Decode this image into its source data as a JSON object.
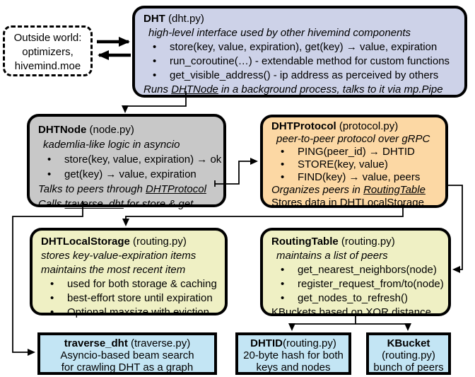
{
  "colors": {
    "dht_fill": "#cdd2e8",
    "dhtnode_fill": "#c8c8c8",
    "dhtprotocol_fill": "#fcd8a4",
    "storage_routing_fill": "#eff0c4",
    "bottom_boxes_fill": "#c3e5f4",
    "border": "#000000"
  },
  "outside": {
    "lines": [
      "Outside world:",
      "optimizers,",
      "hivemind.moe"
    ]
  },
  "dht": {
    "title": "DHT",
    "file": " (dht.py)",
    "subtitle": "high-level interface used by other hivemind components",
    "bullets": [
      "store(key, value, expiration), get(key) → value, expiration",
      "run_coroutine(…) - extendable method for custom functions",
      "get_visible_address() - ip address as perceived by others"
    ],
    "footer": {
      "prefix": "Runs ",
      "link": "DHTNode",
      "suffix": " in a background process, talks to it via mp.Pipe"
    }
  },
  "dhtnode": {
    "title": "DHTNode",
    "file": " (node.py)",
    "subtitle": "kademlia-like logic in asyncio",
    "bullets": [
      "store(key, value, expiration) → ok",
      "get(key) → value, expiration"
    ],
    "talks": {
      "prefix": "Talks to peers through ",
      "link": "DHTProtocol"
    },
    "calls": {
      "prefix": "Calls ",
      "link": "traverse_dht",
      "suffix": " for store & get"
    }
  },
  "dhtprotocol": {
    "title": "DHTProtocol",
    "file": " (protocol.py)",
    "subtitle": "peer-to-peer protocol over gRPC",
    "bullets": [
      "PING(peer_id) → DHTID",
      "STORE(key, value)",
      "FIND(key) → value, peers"
    ],
    "organizes": {
      "prefix": "Organizes peers in ",
      "link": "RoutingTable"
    },
    "stores": {
      "prefix": "Stores data in DHT",
      "link": "LocalStorage"
    }
  },
  "dhtlocalstorage": {
    "title": "DHTLocalStorage",
    "file": " (routing.py)",
    "subtitle1": "stores key-value-expiration items",
    "subtitle2": "maintains the most recent item",
    "bullets": [
      "used for both storage & caching",
      "best-effort store until expiration",
      "Optional maxsize with eviction"
    ]
  },
  "routingtable": {
    "title": "RoutingTable",
    "file": " (routing.py)",
    "subtitle": "maintains a list of peers",
    "bullets": [
      "get_nearest_neighbors(node)",
      "register_request_from/to(node)",
      "get_nodes_to_refresh()"
    ],
    "footer": "KBuckets based on XOR distance"
  },
  "traverse": {
    "title": "traverse_dht",
    "file": " (traverse.py)",
    "lines": [
      "Asyncio-based beam search",
      "for crawling DHT as a graph"
    ]
  },
  "dhtid": {
    "title": "DHTID",
    "file": "(routing.py)",
    "lines": [
      "20-byte hash for both",
      "keys and nodes"
    ]
  },
  "kbucket": {
    "title": "KBucket",
    "file": "(routing.py)",
    "line": "bunch of peers"
  }
}
